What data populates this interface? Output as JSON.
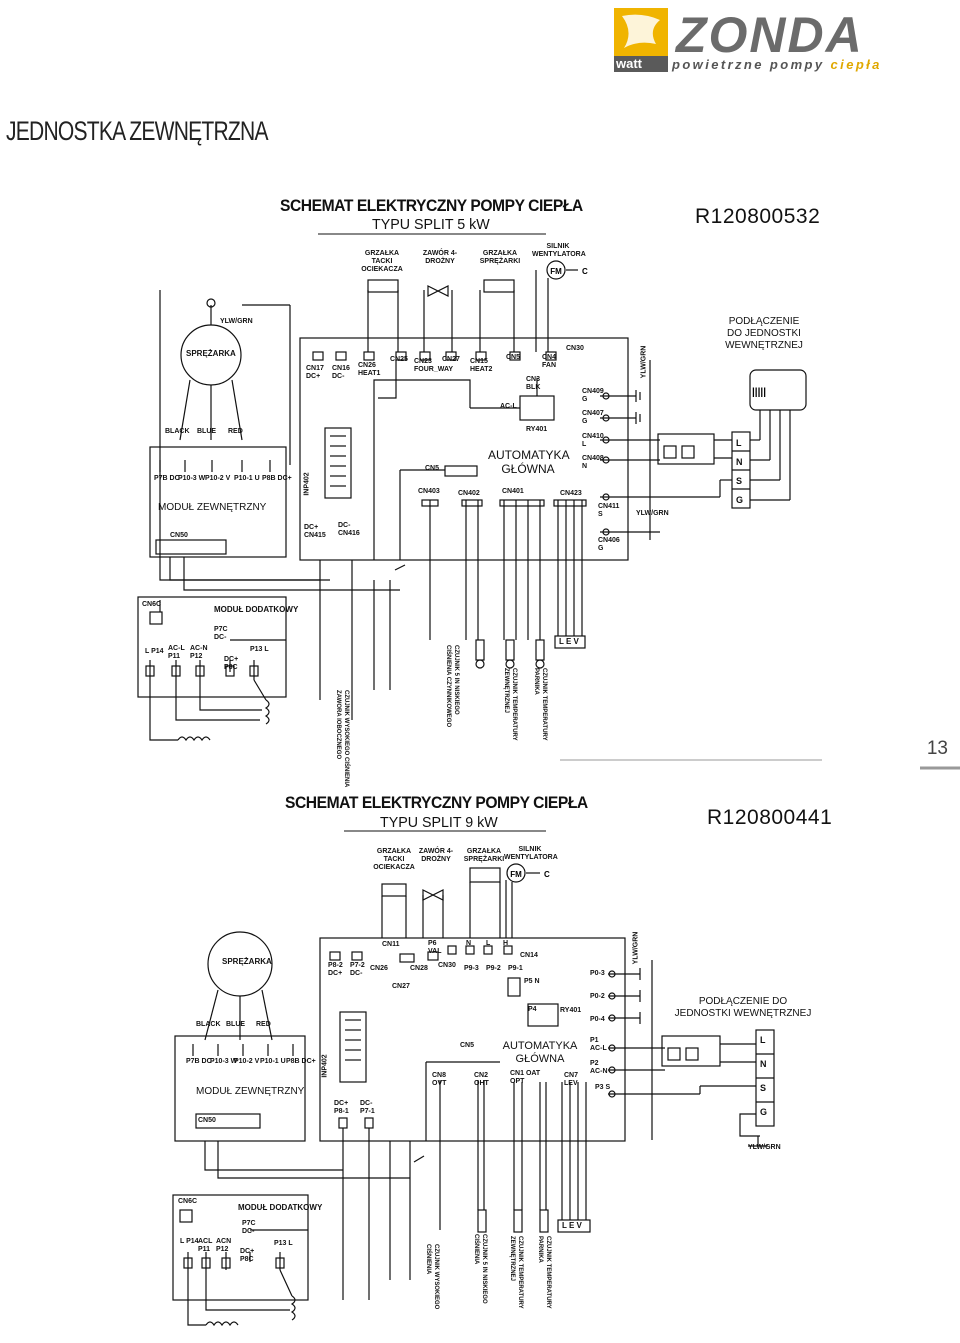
{
  "header": {
    "brand_word": "ZONDA",
    "brand_tag_1": "powietrzne pompy",
    "brand_tag_2": "ciepła",
    "brand_sub": "watt",
    "page_heading": "JEDNOSTKA ZEWNĘTRZNA"
  },
  "colors": {
    "accent": "#f0b400",
    "line": "#111111",
    "logo_grey": "#6b6b6b"
  },
  "diagram1": {
    "title": "SCHEMAT ELEKTRYCZNY POMPY CIEPŁA",
    "subtitle": "TYPU SPLIT 5 kW",
    "ref": "R120800532",
    "top_labels": [
      "GRZAŁKA TACKI OCIEKACZA",
      "ZAWÓR 4-DROŻNY",
      "GRZAŁKA SPRĘŻARKI",
      "SILNIK WENTYLATORA"
    ],
    "compressor": "SPRĘŻARKA",
    "compressor_ground": "YLW/GRN",
    "wire_colors": [
      "BLACK",
      "BLUE",
      "RED"
    ],
    "module_outer": "MODUŁ ZEWNĘTRZNY",
    "module_ports": [
      "P7B DC-",
      "P10-3 W",
      "P10-2 V",
      "P10-1 U",
      "P8B DC+"
    ],
    "cn50": "CN50",
    "main_board": "AUTOMATYKA GŁÓWNA",
    "board_ports": [
      "CN17 DC+",
      "CN16 DC-",
      "CN26 HEAT1",
      "CN25",
      "CN23 FOUR_WAY",
      "CN27",
      "CN15 HEAT2",
      "CN5",
      "CN4 FAN",
      "CN30",
      "CN3 BLK",
      "AC-L",
      "RY401",
      "CN5",
      "CN403",
      "CN402",
      "CN401",
      "CN423",
      "CN409 G",
      "CN407 G",
      "CN410 L",
      "CN408 N",
      "CN411 S",
      "CN406 G",
      "DC+ CN415",
      "DC- CN416",
      "INP402"
    ],
    "ylw_grn": "YLW/GRN",
    "connect_label": "PODŁĄCZENIE DO JEDNOSTKI WEWNĘTRZNEJ",
    "terminal": [
      "G",
      "S",
      "N",
      "L"
    ],
    "module_extra": "MODUŁ DODATKOWY",
    "extra_ports": [
      "CN6C",
      "P7C DC-",
      "L P14",
      "AC-L P11",
      "AC-N P12",
      "DC+ P8C",
      "P13 L"
    ],
    "sensors": [
      "CZUJNIK WYSOKIEGO CIŚNIENIA ZAWORA IOBOCZNEGO",
      "CZUJNIK 5 IN NISKIEGO CIŚNIENIA CZYNNIKOWEGO",
      "CZUJNIK TEMPERATURY ZEWNĘTRZNEJ",
      "CZUJNIK TEMPERATURY PARNIKA"
    ],
    "levels": "L E V"
  },
  "diagram2": {
    "title": "SCHEMAT ELEKTRYCZNY POMPY CIEPŁA",
    "subtitle": "TYPU SPLIT 9 kW",
    "ref": "R120800441",
    "top_labels": [
      "GRZAŁKA TACKI OCIEKACZA",
      "ZAWÓR 4-DROŻNY",
      "GRZAŁKA SPRĘŻARKI",
      "SILNIK WENTYLATORA"
    ],
    "compressor": "SPRĘŻARKA",
    "wire_colors": [
      "BLACK",
      "BLUE",
      "RED"
    ],
    "module_outer": "MODUŁ ZEWNĘTRZNY",
    "module_ports": [
      "P7B DC-",
      "P10-3 W",
      "P10-2 V",
      "P10-1 U",
      "P8B DC+"
    ],
    "cn50": "CN50",
    "main_board": "AUTOMATYKA GŁÓWNA",
    "board_ports": [
      "P8-2 DC+",
      "P7-2 DC-",
      "CN11",
      "P6 VAL",
      "CN26",
      "CN28",
      "CN30",
      "N",
      "L",
      "H",
      "CN14",
      "CN27",
      "P9-3",
      "P9-2",
      "P9-1",
      "P5 N",
      "P4",
      "RY401",
      "P0-3",
      "P0-2",
      "P0-4",
      "CN5",
      "CN8 OVT",
      "CN2 OHT",
      "CN1 OAT OPT",
      "CN7 LEV",
      "P1 AC-L",
      "P2 AC-N",
      "P3 S",
      "DC+ P8-1",
      "DC- P7-1",
      "INP402"
    ],
    "ylw_grn": "YLW/GRN",
    "connect_label": "PODŁĄCZENIE DO JEDNOSTKI WEWNĘTRZNEJ",
    "terminal": [
      "G",
      "S",
      "N",
      "L"
    ],
    "module_extra": "MODUŁ DODATKOWY",
    "extra_ports": [
      "CN6C",
      "P7C DC-",
      "L P14",
      "ACL P11",
      "ACN P12",
      "DC+ P8C",
      "P13 L"
    ],
    "sensors": [
      "CZUJNIK WYSOKIEGO CIŚNIENIA",
      "CZUJNIK 5 IN NISKIEGO CIŚNIENIA",
      "CZUJNIK TEMPERATURY ZEWNĘTRZNEJ",
      "CZUJNIK TEMPERATURY PARNIKA"
    ],
    "levels": "L E V"
  },
  "page_number": "13"
}
